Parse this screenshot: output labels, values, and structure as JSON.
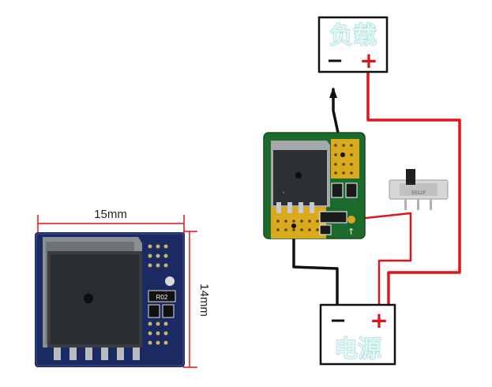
{
  "module_photo": {
    "width_label": "15mm",
    "height_label": "14mm",
    "marking": "R02"
  },
  "load_box": {
    "title": "负载",
    "minus": "−",
    "plus": "+"
  },
  "power_box": {
    "title": "电源",
    "minus": "−",
    "plus": "+"
  },
  "switch": {
    "marking": "SS12F"
  },
  "colors": {
    "wire_positive": "#e0141a",
    "wire_negative": "#111111",
    "pcb_green": "#1d6b2c",
    "pad_gold": "#d9a91e",
    "module_blue": "#1b2a63",
    "dimension_line": "#e0141a"
  }
}
